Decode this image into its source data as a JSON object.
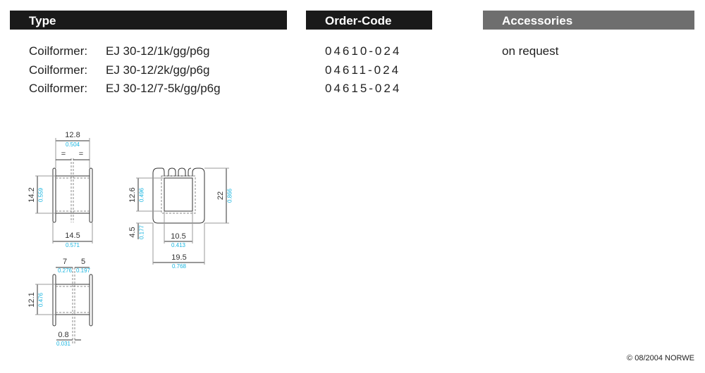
{
  "headers": {
    "type": "Type",
    "order_code": "Order-Code",
    "accessories": "Accessories"
  },
  "colors": {
    "header_dark": "#1a1a1a",
    "header_gray": "#6e6e6e",
    "metric_inch": "#19b5e0"
  },
  "rows": [
    {
      "label": "Coilformer:",
      "part": "EJ 30-12/1k/gg/p6g",
      "code": "04610-024"
    },
    {
      "label": "Coilformer:",
      "part": "EJ 30-12/2k/gg/p6g",
      "code": "04611-024"
    },
    {
      "label": "Coilformer:",
      "part": "EJ 30-12/7-5k/gg/p6g",
      "code": "04615-024"
    }
  ],
  "accessories_text": "on request",
  "dimensions": {
    "top_width": {
      "mm": "12.8",
      "in": "0.504"
    },
    "equal_mark": "=",
    "height_a": {
      "mm": "14.2",
      "in": "0.559"
    },
    "flange_width": {
      "mm": "14.5",
      "in": "0.571"
    },
    "inner_h": {
      "mm": "12.6",
      "in": "0.496"
    },
    "outer_h": {
      "mm": "22",
      "in": "0.866"
    },
    "offset": {
      "mm": "4.5",
      "in": "0.177"
    },
    "inner_w": {
      "mm": "10.5",
      "in": "0.413"
    },
    "outer_w": {
      "mm": "19.5",
      "in": "0.768"
    },
    "left_part": {
      "mm": "7",
      "in": "0.276"
    },
    "right_part": {
      "mm": "5",
      "in": "0.197"
    },
    "height_b": {
      "mm": "12.1",
      "in": "0.476"
    },
    "wall": {
      "mm": "0.8",
      "in": "0.031"
    }
  },
  "footer": "© 08/2004 NORWE"
}
